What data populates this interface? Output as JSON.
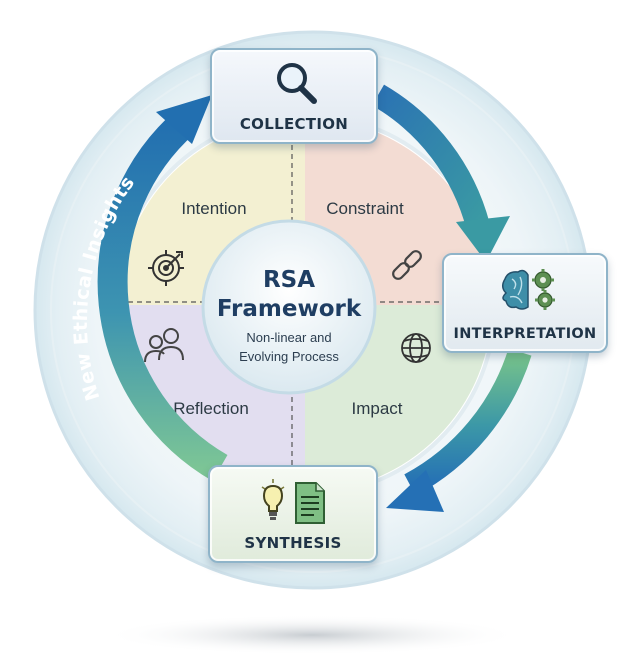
{
  "center": {
    "title_line1": "RSA",
    "title_line2": "Framework",
    "subtitle_line1": "Non-linear and",
    "subtitle_line2": "Evolving Process"
  },
  "quadrants": [
    {
      "label": "Intention",
      "icon": "target-icon",
      "color": "#f3f0d2"
    },
    {
      "label": "Constraint",
      "icon": "chain-link-icon",
      "color": "#f3dcd3"
    },
    {
      "label": "Reflection",
      "icon": "people-icon",
      "color": "#e2def0"
    },
    {
      "label": "Impact",
      "icon": "globe-icon",
      "color": "#dcebd8"
    }
  ],
  "stages": {
    "collection": {
      "label": "COLLECTION",
      "icon": "magnifier-icon"
    },
    "interpretation": {
      "label": "INTERPRETATION",
      "icon": "brain-gears-icon"
    },
    "synthesis": {
      "label": "SYNTHESIS",
      "icon": "lightbulb-document-icon"
    }
  },
  "feedback_label": "New Ethical Insights",
  "colors": {
    "arrow_blue": "#2a79b8",
    "arrow_teal": "#3f9aa6",
    "arrow_green": "#6cbf88",
    "text_dark": "#1f3346",
    "title_blue": "#1f3e63"
  }
}
